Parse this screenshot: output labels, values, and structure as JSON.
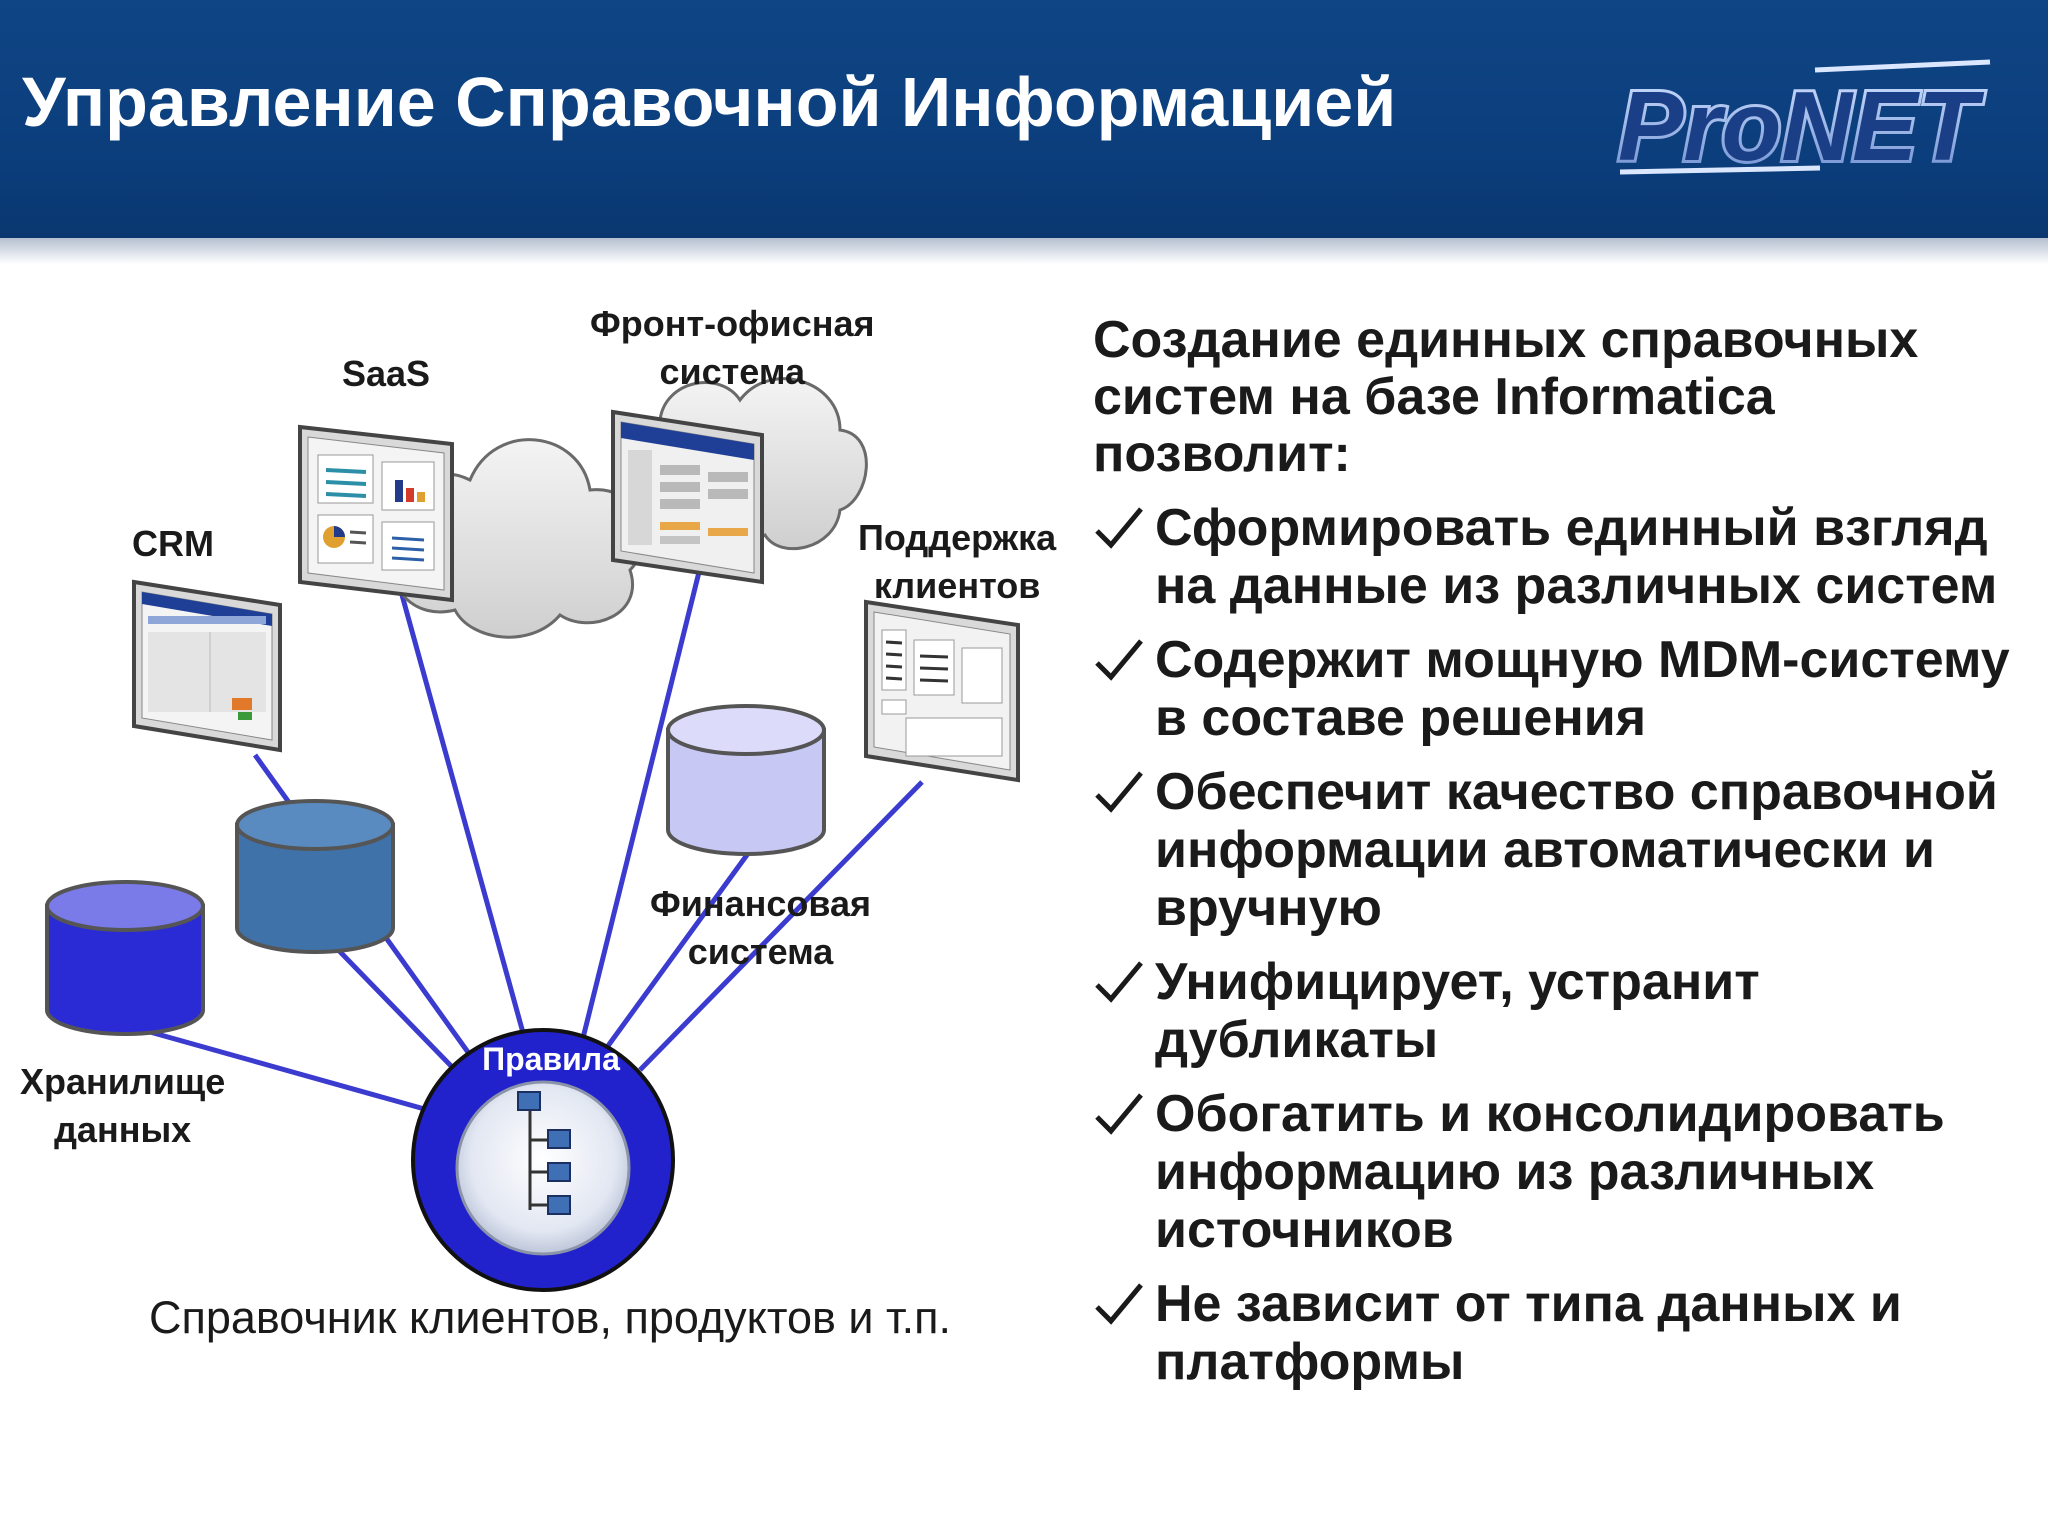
{
  "header": {
    "title": "Управление Справочной Информацией",
    "logo_text": "ProNET"
  },
  "diagram": {
    "nodes": {
      "saas": "SaaS",
      "front_office_line1": "Фронт-офисная",
      "front_office_line2": "система",
      "crm": "CRM",
      "support_line1": "Поддержка",
      "support_line2": "клиентов",
      "finance_line1": "Финансовая",
      "finance_line2": "система",
      "warehouse_line1": "Хранилище",
      "warehouse_line2": "данных",
      "hub": "Правила"
    },
    "caption": "Справочник клиентов, продуктов и т.п."
  },
  "right": {
    "intro": "Создание единных справочных систем на базе Informatica позволит:",
    "bullets": [
      "Сформировать единный взгляд на данные из различных систем",
      "Содержит мощную MDM-систему в составе решения",
      "Обеспечит качество справочной информации автоматически и вручную",
      "Унифицирует, устранит дубликаты",
      "Обогатить и консолидировать информацию из различных источников",
      "Не зависит от типа данных и платформы"
    ]
  },
  "colors": {
    "header_bg": "#0b3d7b",
    "connector": "#3b3bd0",
    "hub": "#2222cc",
    "db_dark": "#2b2bd6",
    "db_mid": "#3f72a8",
    "db_light": "#c8c8f5"
  }
}
